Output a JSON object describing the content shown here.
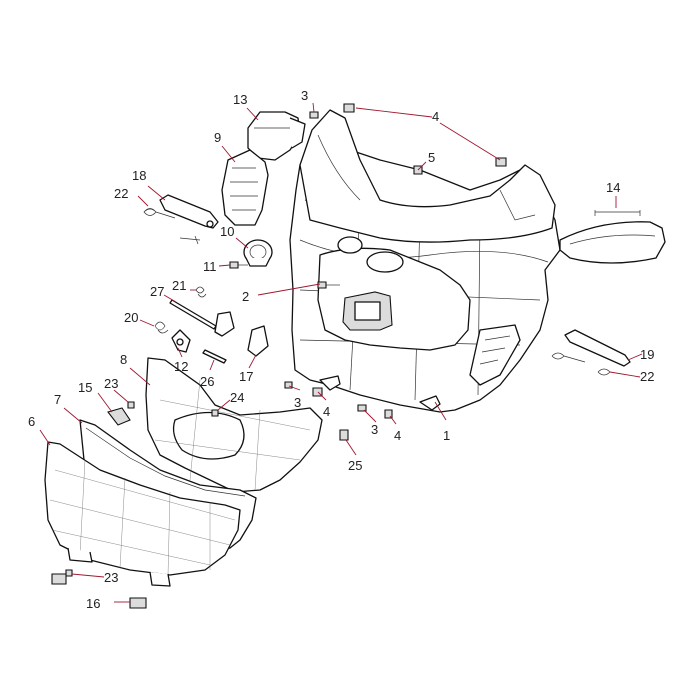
{
  "diagram": {
    "callouts": [
      "1",
      "2",
      "3",
      "3",
      "3",
      "4",
      "4",
      "4",
      "5",
      "6",
      "7",
      "8",
      "9",
      "10",
      "11",
      "12",
      "13",
      "14",
      "15",
      "16",
      "17",
      "18",
      "19",
      "20",
      "21",
      "22",
      "22",
      "23",
      "23",
      "24",
      "25",
      "26",
      "27"
    ]
  }
}
